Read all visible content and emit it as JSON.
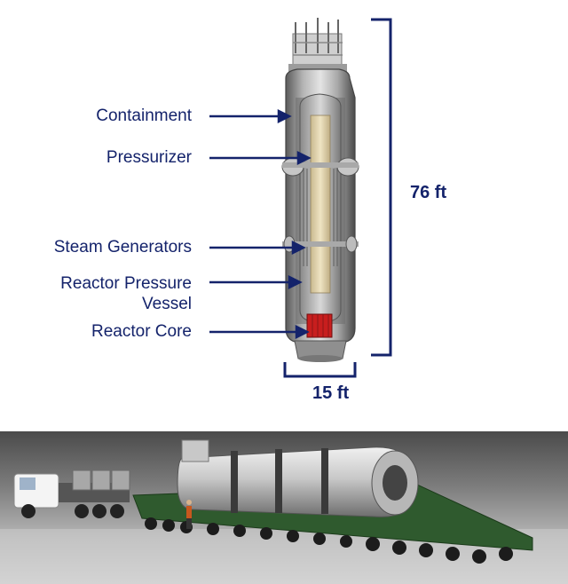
{
  "labels": {
    "containment": "Containment",
    "pressurizer": "Pressurizer",
    "steam_generators": "Steam Generators",
    "rpv_line1": "Reactor Pressure",
    "rpv_line2": "Vessel",
    "reactor_core": "Reactor Core"
  },
  "dimensions": {
    "height": "76 ft",
    "width": "15 ft"
  },
  "colors": {
    "label_text": "#14236b",
    "arrow": "#14236b",
    "core": "#c81e1e",
    "trailer": "#2f5a2e"
  }
}
